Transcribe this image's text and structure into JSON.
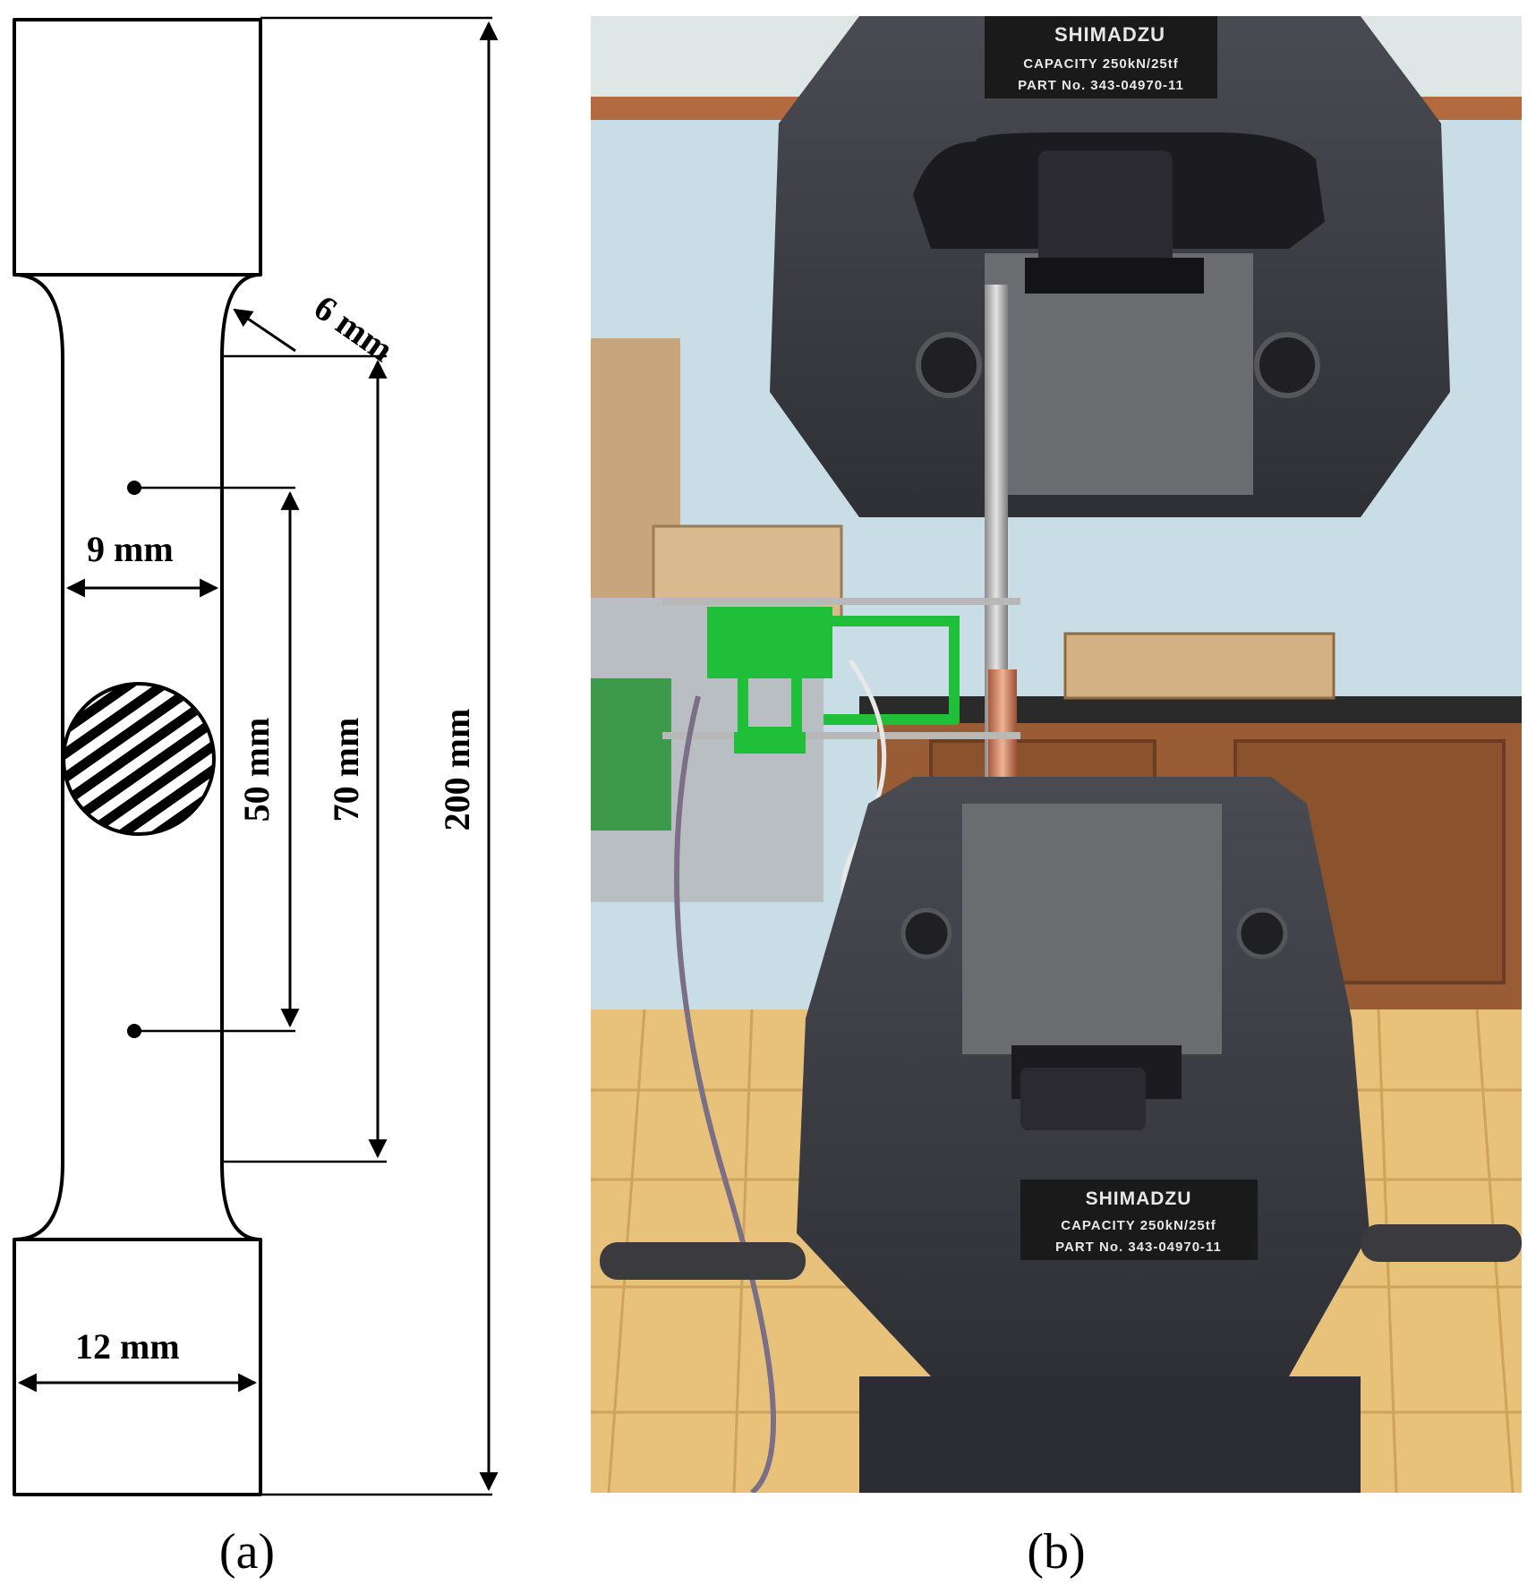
{
  "panel_a": {
    "label": "(a)",
    "dimensions": {
      "radius": "6 mm",
      "gauge_width": "9 mm",
      "grip_width": "12 mm",
      "extensometer_length": "50 mm",
      "reduced_length": "70 mm",
      "total_length": "200 mm"
    }
  },
  "panel_b": {
    "label": "(b)",
    "top_plate": {
      "brand": "SHIMADZU",
      "capacity": "CAPACITY  250kN/25tf",
      "part": "PART No. 343-04970-11"
    },
    "bottom_plate": {
      "brand": "SHIMADZU",
      "capacity": "CAPACITY  250kN/25tf",
      "part": "PART No. 343-04970-11"
    },
    "colors": {
      "wall": "#c9dde6",
      "grip_body": "#3e3f45",
      "extensometer": "#1fbf3a",
      "specimen_copper": "#d9906b",
      "floor": "#e8c27a"
    }
  }
}
